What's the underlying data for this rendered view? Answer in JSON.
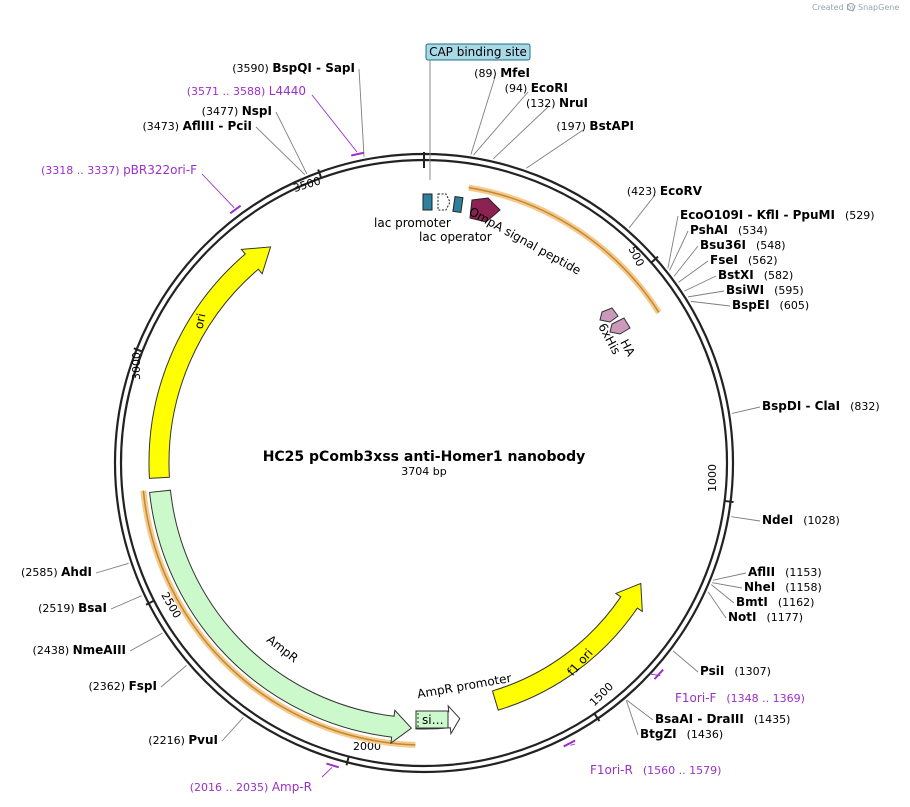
{
  "credit": {
    "text": "Created by",
    "brand": "SnapGene"
  },
  "plasmid": {
    "name": "HC25 pComb3xss anti-Homer1 nanobody",
    "length_label": "3704 bp",
    "length": 3704
  },
  "ring_ticks": [
    {
      "label": "500",
      "bp": 500
    },
    {
      "label": "1000",
      "bp": 1000
    },
    {
      "label": "1500",
      "bp": 1500
    },
    {
      "label": "2000",
      "bp": 2000
    },
    {
      "label": "2500",
      "bp": 2500
    },
    {
      "label": "3000",
      "bp": 3000
    },
    {
      "label": "3500",
      "bp": 3500
    }
  ],
  "sites": [
    {
      "name": "MfeI",
      "pos": "(89)",
      "bp": 89
    },
    {
      "name": "EcoRI",
      "pos": "(94)",
      "bp": 94
    },
    {
      "name": "NruI",
      "pos": "(132)",
      "bp": 132
    },
    {
      "name": "BstAPI",
      "pos": "(197)",
      "bp": 197
    },
    {
      "name": "EcoRV",
      "pos": "(423)",
      "bp": 423
    },
    {
      "name": "EcoO109I - KflI - PpuMI",
      "pos": "(529)",
      "bp": 529
    },
    {
      "name": "PshAI",
      "pos": "(534)",
      "bp": 534
    },
    {
      "name": "Bsu36I",
      "pos": "(548)",
      "bp": 548
    },
    {
      "name": "FseI",
      "pos": "(562)",
      "bp": 562
    },
    {
      "name": "BstXI",
      "pos": "(582)",
      "bp": 582
    },
    {
      "name": "BsiWI",
      "pos": "(595)",
      "bp": 595
    },
    {
      "name": "BspEI",
      "pos": "(605)",
      "bp": 605
    },
    {
      "name": "BspDI - ClaI",
      "pos": "(832)",
      "bp": 832
    },
    {
      "name": "NdeI",
      "pos": "(1028)",
      "bp": 1028
    },
    {
      "name": "AflII",
      "pos": "(1153)",
      "bp": 1153
    },
    {
      "name": "NheI",
      "pos": "(1158)",
      "bp": 1158
    },
    {
      "name": "BmtI",
      "pos": "(1162)",
      "bp": 1162
    },
    {
      "name": "NotI",
      "pos": "(1177)",
      "bp": 1177
    },
    {
      "name": "PsiI",
      "pos": "(1307)",
      "bp": 1307
    },
    {
      "name": "BsaAI - DraIII",
      "pos": "(1435)",
      "bp": 1435
    },
    {
      "name": "BtgZI",
      "pos": "(1436)",
      "bp": 1436
    },
    {
      "name": "PvuI",
      "pos": "(2216)",
      "bp": 2216
    },
    {
      "name": "FspI",
      "pos": "(2362)",
      "bp": 2362
    },
    {
      "name": "NmeAIII",
      "pos": "(2438)",
      "bp": 2438
    },
    {
      "name": "BsaI",
      "pos": "(2519)",
      "bp": 2519
    },
    {
      "name": "AhdI",
      "pos": "(2585)",
      "bp": 2585
    },
    {
      "name": "AflIII - PciI",
      "pos": "(3473)",
      "bp": 3473
    },
    {
      "name": "NspI",
      "pos": "(3477)",
      "bp": 3477
    },
    {
      "name": "BspQI - SapI",
      "pos": "(3590)",
      "bp": 3590
    }
  ],
  "primers": [
    {
      "name": "F1ori-F",
      "range": "(1348 .. 1369)",
      "bp": 1358
    },
    {
      "name": "F1ori-R",
      "range": "(1560 .. 1579)",
      "bp": 1570
    },
    {
      "name": "Amp-R",
      "range": "(2016 .. 2035)",
      "bp": 2025
    },
    {
      "name": "pBR322ori-F",
      "range": "(3318 .. 3337)",
      "bp": 3327
    },
    {
      "name": "L4440",
      "range": "(3571 .. 3588)",
      "bp": 3579
    }
  ],
  "features": {
    "cap_binding_site": "CAP binding site",
    "lac_promoter": "lac promoter",
    "lac_operator": "lac operator",
    "ompa_signal_peptide": "OmpA signal peptide",
    "ha": "HA",
    "his": "6xHis",
    "ori": "ori",
    "f1_ori": "f1 ori",
    "ampr": "AmpR",
    "ampr_promoter": "AmpR promoter",
    "signal_short": "si…"
  },
  "colors": {
    "ori": "#ffff00",
    "ampr": "#ccf9cc",
    "ompa": "#8b2252",
    "tag": "#cc99bb",
    "lac_box": "#2f7f9f",
    "cap_fill": "#a9d8e6",
    "primer": "#9b30c9",
    "highlight": "#f6c98e"
  }
}
